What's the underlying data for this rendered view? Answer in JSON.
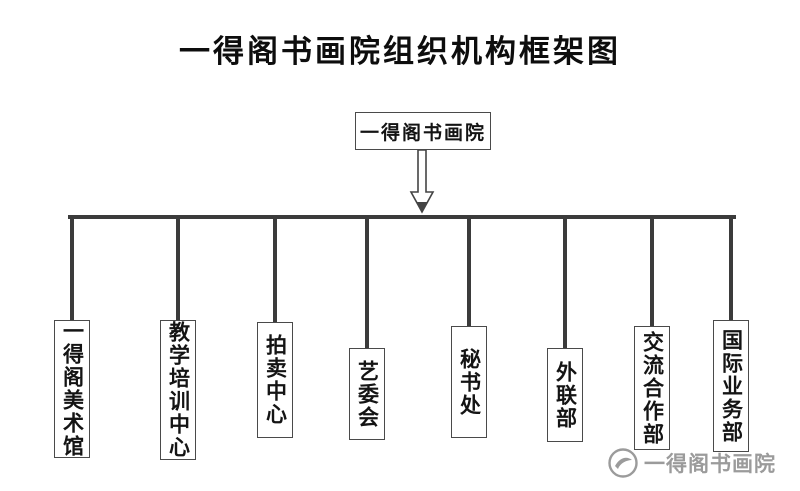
{
  "title": "一得阁书画院组织机构框架图",
  "root": {
    "label": "一得阁书画院"
  },
  "branches": [
    {
      "label": "一得阁美术馆"
    },
    {
      "label": "教学培训中心"
    },
    {
      "label": "拍卖中心"
    },
    {
      "label": "艺委会"
    },
    {
      "label": "秘书处"
    },
    {
      "label": "外联部"
    },
    {
      "label": "交流合作部"
    },
    {
      "label": "国际业务部"
    }
  ],
  "watermark": {
    "text": "一得阁书画院"
  },
  "colors": {
    "line": "#3b3b3b",
    "border": "#4a4a4a",
    "text": "#141414",
    "watermark": "#9b9b9b"
  }
}
